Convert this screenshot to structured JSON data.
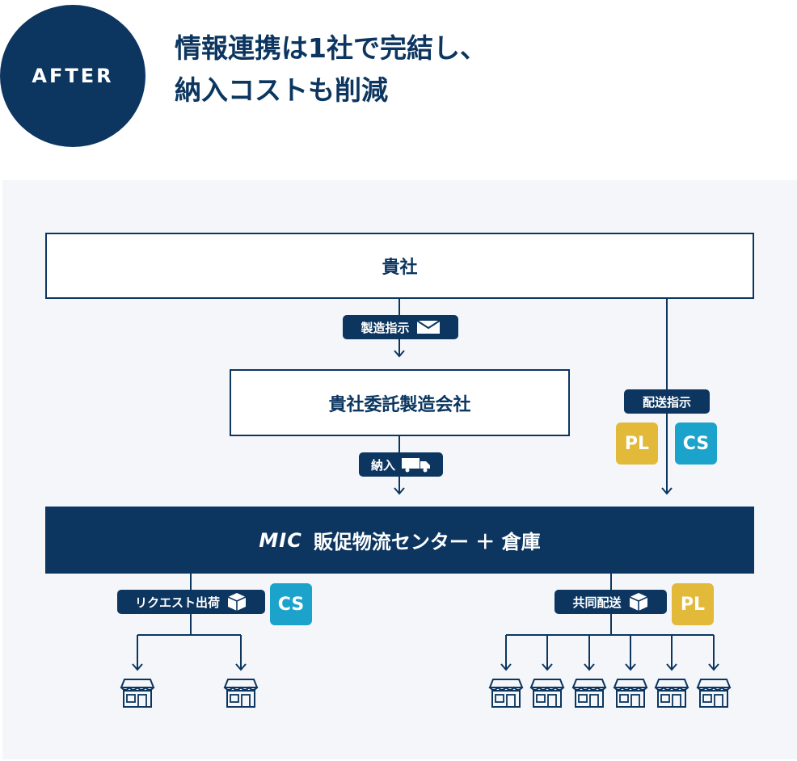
{
  "header": {
    "badge": "AFTER",
    "title_line1": "情報連携は1社で完結し、",
    "title_line2": "納入コストも削減"
  },
  "diagram": {
    "client": "貴社",
    "contract_maker": "貴社委託製造会社",
    "center_logo": "MIC",
    "center_label": "販促物流センター ＋ 倉庫",
    "tag_manufacture": "製造指示",
    "tag_delivery_in": "納入",
    "tag_shipping_instr": "配送指示",
    "tag_request_ship": "リクエスト出荷",
    "tag_joint_delivery": "共同配送",
    "pl": "PL",
    "cs": "CS"
  },
  "colors": {
    "navy": "#0c3660",
    "pl": "#e3b93a",
    "cs": "#1ba3cc",
    "panel": "#f4f6fa"
  },
  "icons": [
    "mail-icon",
    "truck-icon",
    "box-icon",
    "store-icon"
  ]
}
